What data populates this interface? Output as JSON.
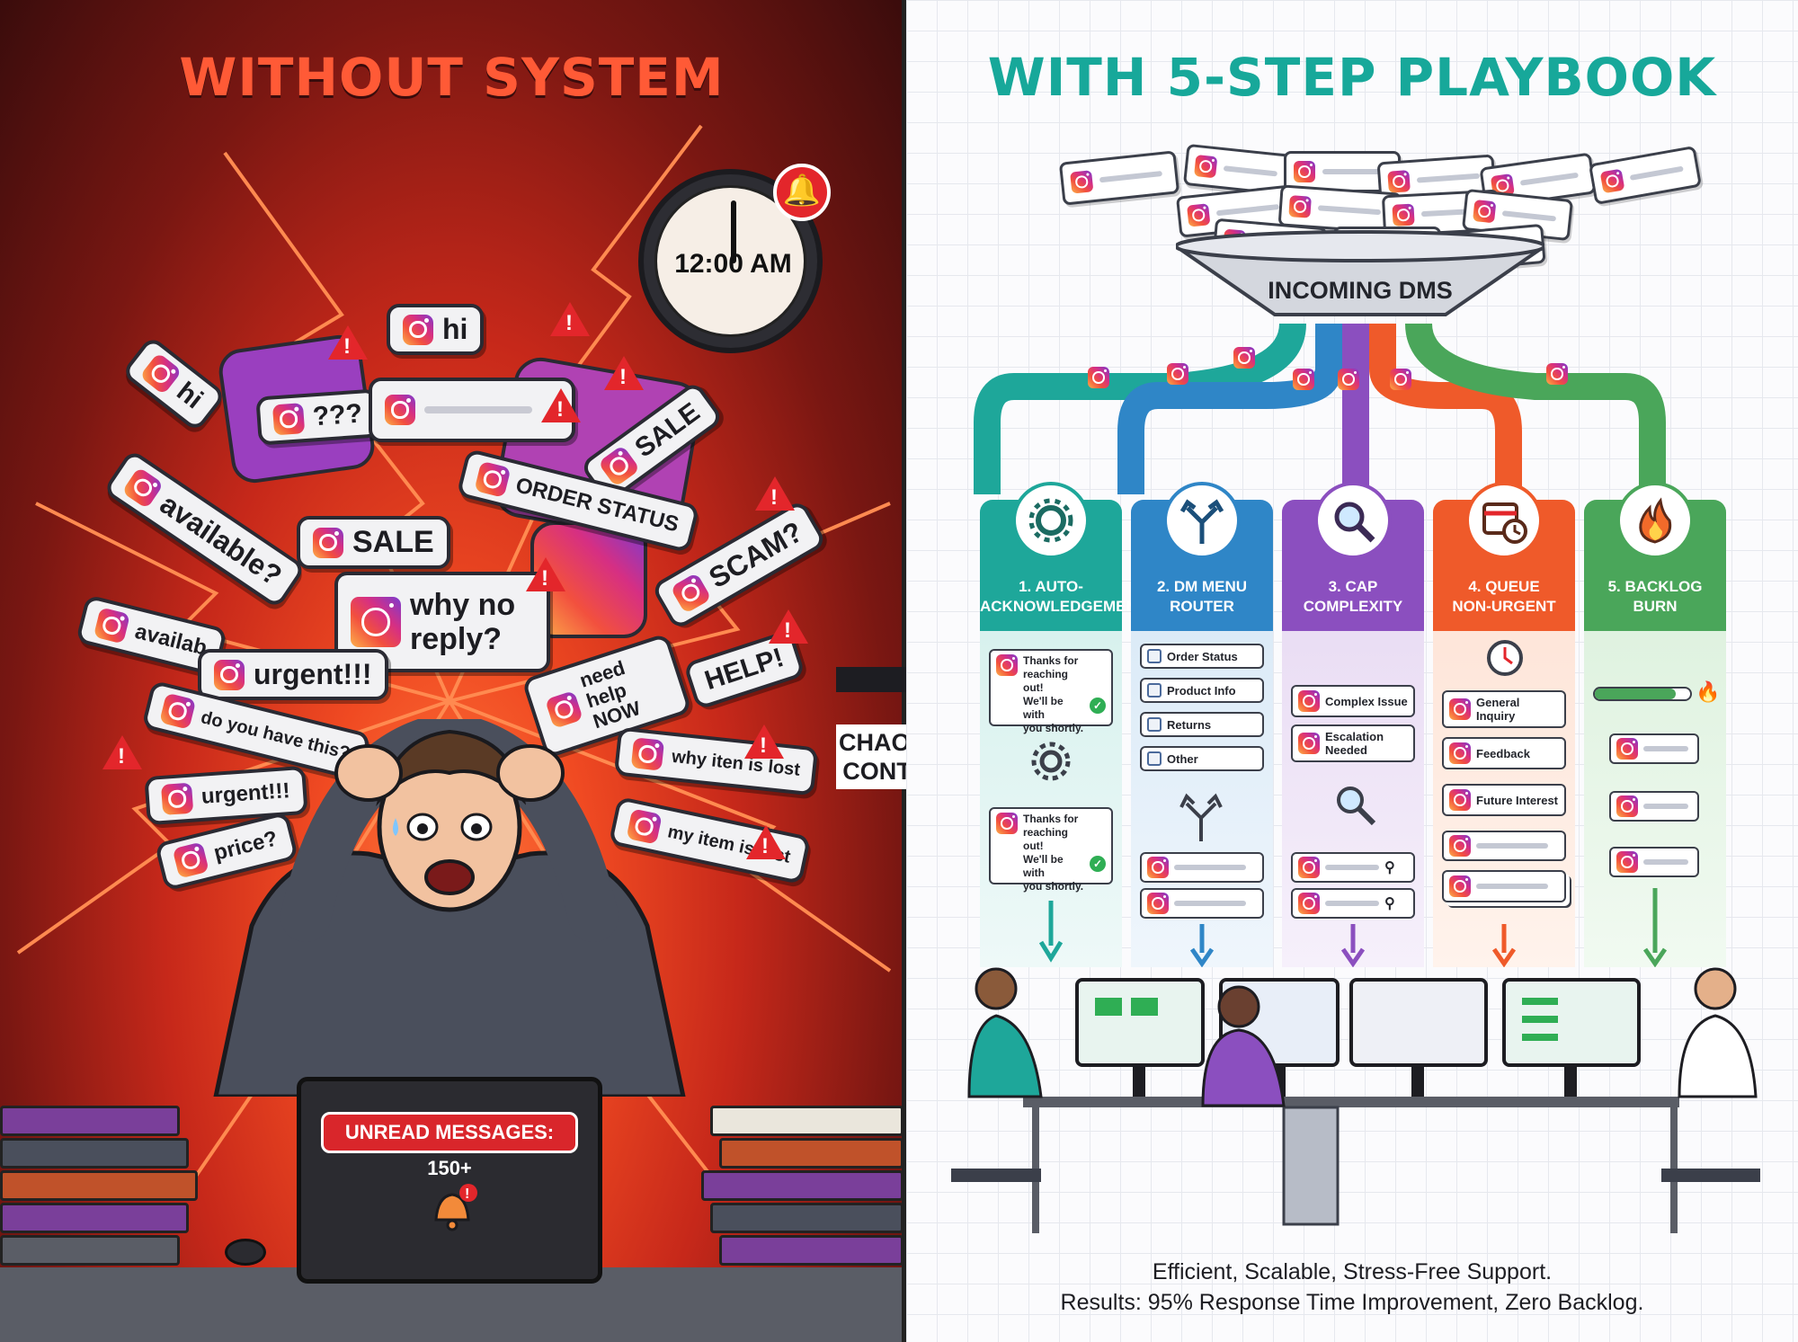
{
  "left_panel": {
    "title": "WITHOUT SYSTEM",
    "clock_time": "12:00 AM",
    "bubbles": [
      {
        "text": "hi"
      },
      {
        "text": "hi"
      },
      {
        "text": "???"
      },
      {
        "text": "SALE"
      },
      {
        "text": "SALE"
      },
      {
        "text": "ORDER STATUS"
      },
      {
        "text": "available?"
      },
      {
        "text": "availab"
      },
      {
        "text": "why no reply?"
      },
      {
        "text": "urgent!!!"
      },
      {
        "text": "SCAM?"
      },
      {
        "text": "need help NOW"
      },
      {
        "text": "HELP!"
      },
      {
        "text": "do you have this?"
      },
      {
        "text": "urgent!!!"
      },
      {
        "text": "why iten is lost"
      },
      {
        "text": "price?"
      },
      {
        "text": "my item is lost"
      }
    ],
    "laptop_badge": "UNREAD MESSAGES: 150+",
    "warn_glyph": "!",
    "colors": {
      "alert": "#e3262b",
      "title": "#ff5a36"
    }
  },
  "transition": {
    "label_line1": "CHAOS TO",
    "label_line2": "CONTROL"
  },
  "right_panel": {
    "title": "WITH 5-STEP PLAYBOOK",
    "funnel_label": "INCOMING DMS",
    "steps": [
      {
        "title_line1": "1. AUTO-",
        "title_line2": "ACKNOWLEDGEMENT",
        "color": "#1ea79a",
        "icon": "gear-wrench-icon",
        "replies": [
          {
            "lines": [
              "Thanks for",
              "reaching out!",
              "We'll be with",
              "you shortly."
            ]
          },
          {
            "lines": [
              "Thanks for",
              "reaching out!",
              "We'll be with",
              "you shortly."
            ]
          }
        ]
      },
      {
        "title_line1": "2. DM MENU",
        "title_line2": "ROUTER",
        "color": "#2f86c7",
        "icon": "split-arrows-icon",
        "options": [
          "Order Status",
          "Product Info",
          "Returns",
          "Other"
        ]
      },
      {
        "title_line1": "3. CAP",
        "title_line2": "COMPLEXITY",
        "color": "#8b4fbf",
        "icon": "magnifier-icon",
        "items": [
          "Complex Issue",
          "Escalation Needed"
        ]
      },
      {
        "title_line1": "4. QUEUE",
        "title_line2": "NON-URGENT",
        "color": "#ef5a2a",
        "icon": "calendar-clock-icon",
        "items": [
          "General Inquiry",
          "Feedback",
          "Future Interest"
        ]
      },
      {
        "title_line1": "5. BACKLOG",
        "title_line2": "BURN",
        "color": "#4aa65a",
        "icon": "fire-icon"
      }
    ],
    "footer_line1": "Efficient, Scalable, Stress-Free Support.",
    "footer_line2": "Results: 95% Response Time Improvement, Zero Backlog.",
    "colors": {
      "title": "#17a89a"
    }
  }
}
